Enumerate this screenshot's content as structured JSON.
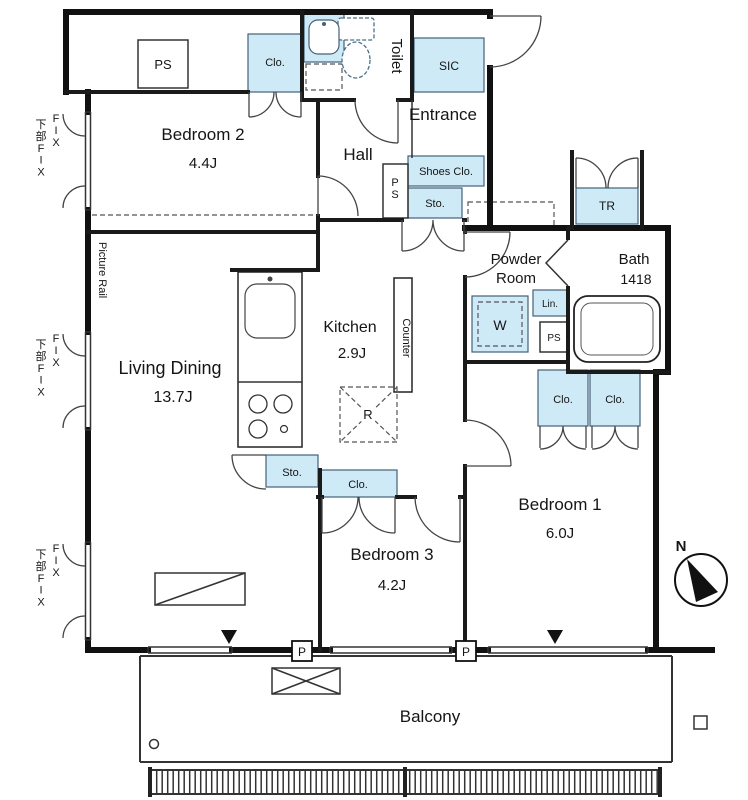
{
  "floor_plan": {
    "rooms": {
      "bedroom2": {
        "name": "Bedroom 2",
        "size": "4.4J"
      },
      "bedroom3": {
        "name": "Bedroom 3",
        "size": "4.2J"
      },
      "bedroom1": {
        "name": "Bedroom 1",
        "size": "6.0J"
      },
      "living_dining": {
        "name": "Living Dining",
        "size": "13.7J"
      },
      "kitchen": {
        "name": "Kitchen",
        "size": "2.9J"
      },
      "hall": {
        "name": "Hall"
      },
      "entrance": {
        "name": "Entrance"
      },
      "toilet": {
        "name": "Toilet"
      },
      "powder_room": {
        "line1": "Powder",
        "line2": "Room"
      },
      "bath": {
        "name": "Bath",
        "size": "1418"
      },
      "balcony": {
        "name": "Balcony"
      }
    },
    "storage": {
      "clo": "Clo.",
      "sto": "Sto.",
      "sic": "SIC",
      "shoes_clo": "Shoes Clo.",
      "tr": "TR",
      "lin": "Lin.",
      "w": "W",
      "r": "R"
    },
    "annotations": {
      "ps": "PS",
      "counter": "Counter",
      "picture_rail": "Picture Rail",
      "fix": "FIX",
      "lower_fix": "下部FIX",
      "north": "N",
      "pillar": "P"
    },
    "colors": {
      "closet_fill": "#cfeaf7",
      "wall": "#111111",
      "line": "#333333",
      "background": "#ffffff"
    }
  }
}
